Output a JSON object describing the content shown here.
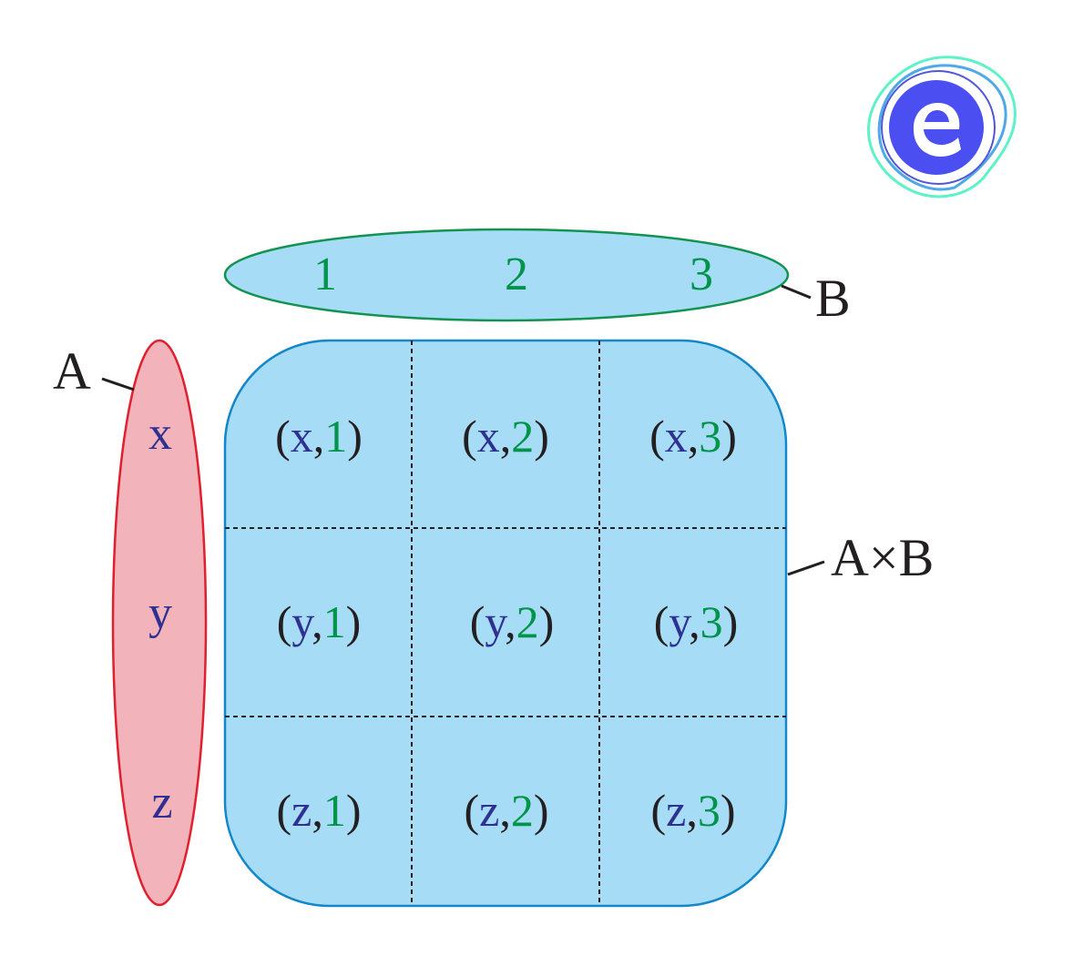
{
  "set_a": {
    "label": "A",
    "elements": [
      "x",
      "y",
      "z"
    ]
  },
  "set_b": {
    "label": "B",
    "elements": [
      "1",
      "2",
      "3"
    ]
  },
  "product": {
    "label": "A×B",
    "pairs": [
      [
        {
          "a": "x",
          "b": "1"
        },
        {
          "a": "x",
          "b": "2"
        },
        {
          "a": "x",
          "b": "3"
        }
      ],
      [
        {
          "a": "y",
          "b": "1"
        },
        {
          "a": "y",
          "b": "2"
        },
        {
          "a": "y",
          "b": "3"
        }
      ],
      [
        {
          "a": "z",
          "b": "1"
        },
        {
          "a": "z",
          "b": "2"
        },
        {
          "a": "z",
          "b": "3"
        }
      ]
    ]
  },
  "colors": {
    "set_a_fill": "#f2b3ba",
    "set_a_stroke": "#e0202e",
    "set_b_fill": "#a6dcf5",
    "set_b_stroke": "#129350",
    "product_fill": "#a6dcf5",
    "product_stroke": "#1387c9",
    "element_a_text": "#2e3192",
    "element_b_text": "#00934a",
    "label_text": "#231f20"
  },
  "logo": {
    "icon": "embibe-logo-icon"
  }
}
